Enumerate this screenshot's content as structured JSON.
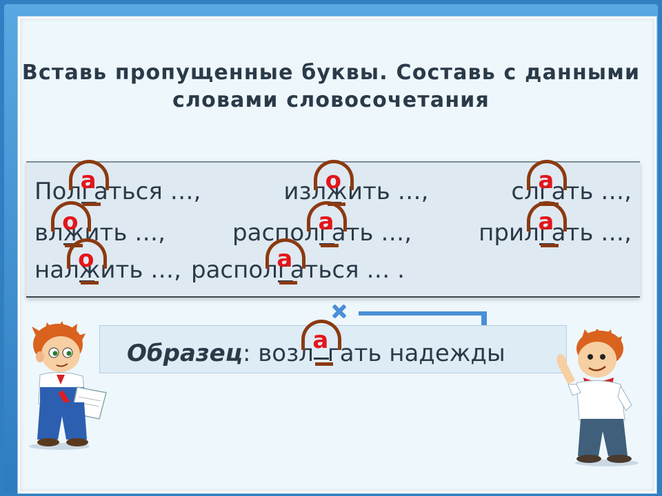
{
  "title": "Вставь пропущенные буквы. Составь с данными словами словосочетания",
  "words": [
    [
      {
        "before": "Пол",
        "vowel": "а",
        "after": "гаться …,"
      },
      {
        "before": "изл",
        "vowel": "о",
        "after": "жить …,"
      },
      {
        "before": "сл",
        "vowel": "а",
        "after": "гать …,"
      }
    ],
    [
      {
        "before": "вл",
        "vowel": "о",
        "after": "жить …,"
      },
      {
        "before": "распол",
        "vowel": "а",
        "after": "гать …,"
      },
      {
        "before": "прил",
        "vowel": "а",
        "after": "гать …,"
      }
    ],
    [
      {
        "before": "нал",
        "vowel": "о",
        "after": "жить …,"
      },
      {
        "before": "распол",
        "vowel": "а",
        "after": "гаться … ."
      }
    ]
  ],
  "sample": {
    "label": "Образец",
    "colon": ":",
    "before": " возл",
    "vowel": "а",
    "after": "гать надежды"
  },
  "colors": {
    "vowel": "#e4151a",
    "arc": "#8b3a11",
    "arrow": "#4a8fd6",
    "frame": "#2f7fc2"
  },
  "icons": [
    "cross-icon",
    "arrow-icon",
    "boy-left-illustration",
    "boy-right-illustration"
  ]
}
